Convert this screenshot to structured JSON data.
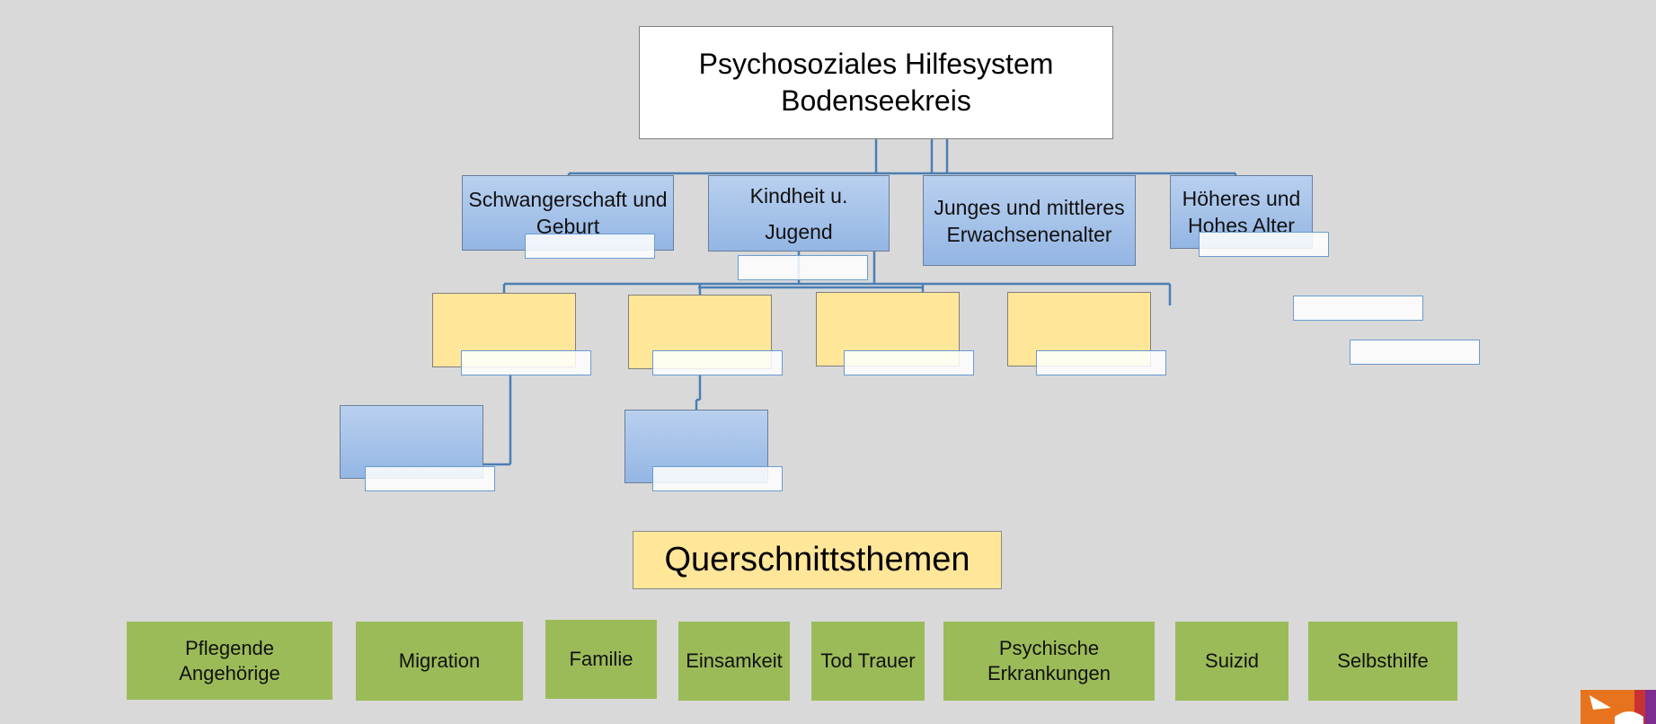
{
  "root": {
    "title": "Psychosoziales Hilfesystem\nBodenseekreis"
  },
  "life_phases": [
    {
      "label": "Schwangerschaft und\nGeburt"
    },
    {
      "label": "Kindheit u.\nJugend"
    },
    {
      "label": "Junges  und mittleres\nErwachsenenalter"
    },
    {
      "label": "Höheres und\nHohes Alter"
    }
  ],
  "cross_cutting": {
    "heading": "Querschnittsthemen",
    "topics": [
      "Pflegende\nAngehörige",
      "Migration",
      "Familie",
      "Einsamkeit",
      "Tod Trauer",
      "Psychische\nErkrankungen",
      "Suizid",
      "Selbsthilfe"
    ]
  },
  "colors": {
    "background": "#d9d9d9",
    "connector": "#4a7fb5",
    "phase_fill": "#a7c3ea",
    "sub_fill": "#ffe699",
    "topic_fill": "#9bbb59",
    "logo_orange": "#e8731e",
    "logo_purple": "#7d2c8f"
  }
}
